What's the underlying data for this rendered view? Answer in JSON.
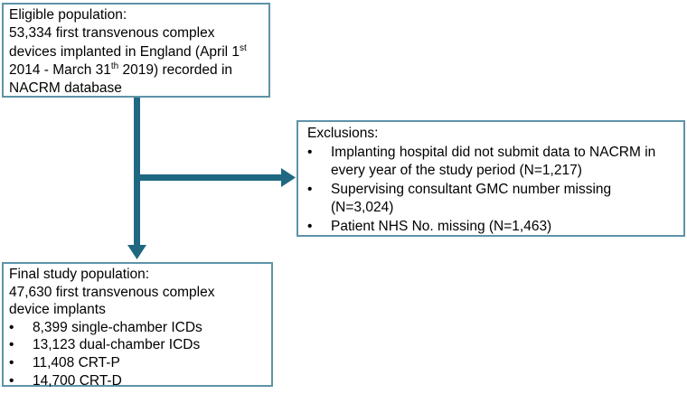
{
  "glyphs": {
    "bullet": "•"
  },
  "colors": {
    "arrow": "#1f6882",
    "box_border": "#5e93a8",
    "text": "#000000",
    "background": "#ffffff"
  },
  "flowchart": {
    "eligible_box": {
      "line1": "Eligible population:",
      "line2": "53,334 first transvenous complex",
      "line3_pre": "devices implanted in England (April 1",
      "line3_sup": "st",
      "line4_pre": "2014 - March 31",
      "line4_sup": "th",
      "line4_post": " 2019) recorded in",
      "line5": "NACRM database"
    },
    "exclusions_box": {
      "title": "Exclusions:",
      "items": [
        "Implanting hospital did not submit data to NACRM in\nevery year of the study period (N=1,217)",
        "Supervising consultant GMC number missing\n(N=3,024)",
        "Patient NHS No. missing (N=1,463)"
      ]
    },
    "final_box": {
      "line1": "Final study population:",
      "line2": "47,630 first transvenous complex",
      "line3": "device implants",
      "items": [
        "8,399 single-chamber ICDs",
        "13,123 dual-chamber ICDs",
        "11,408 CRT-P",
        "14,700 CRT-D"
      ]
    }
  }
}
